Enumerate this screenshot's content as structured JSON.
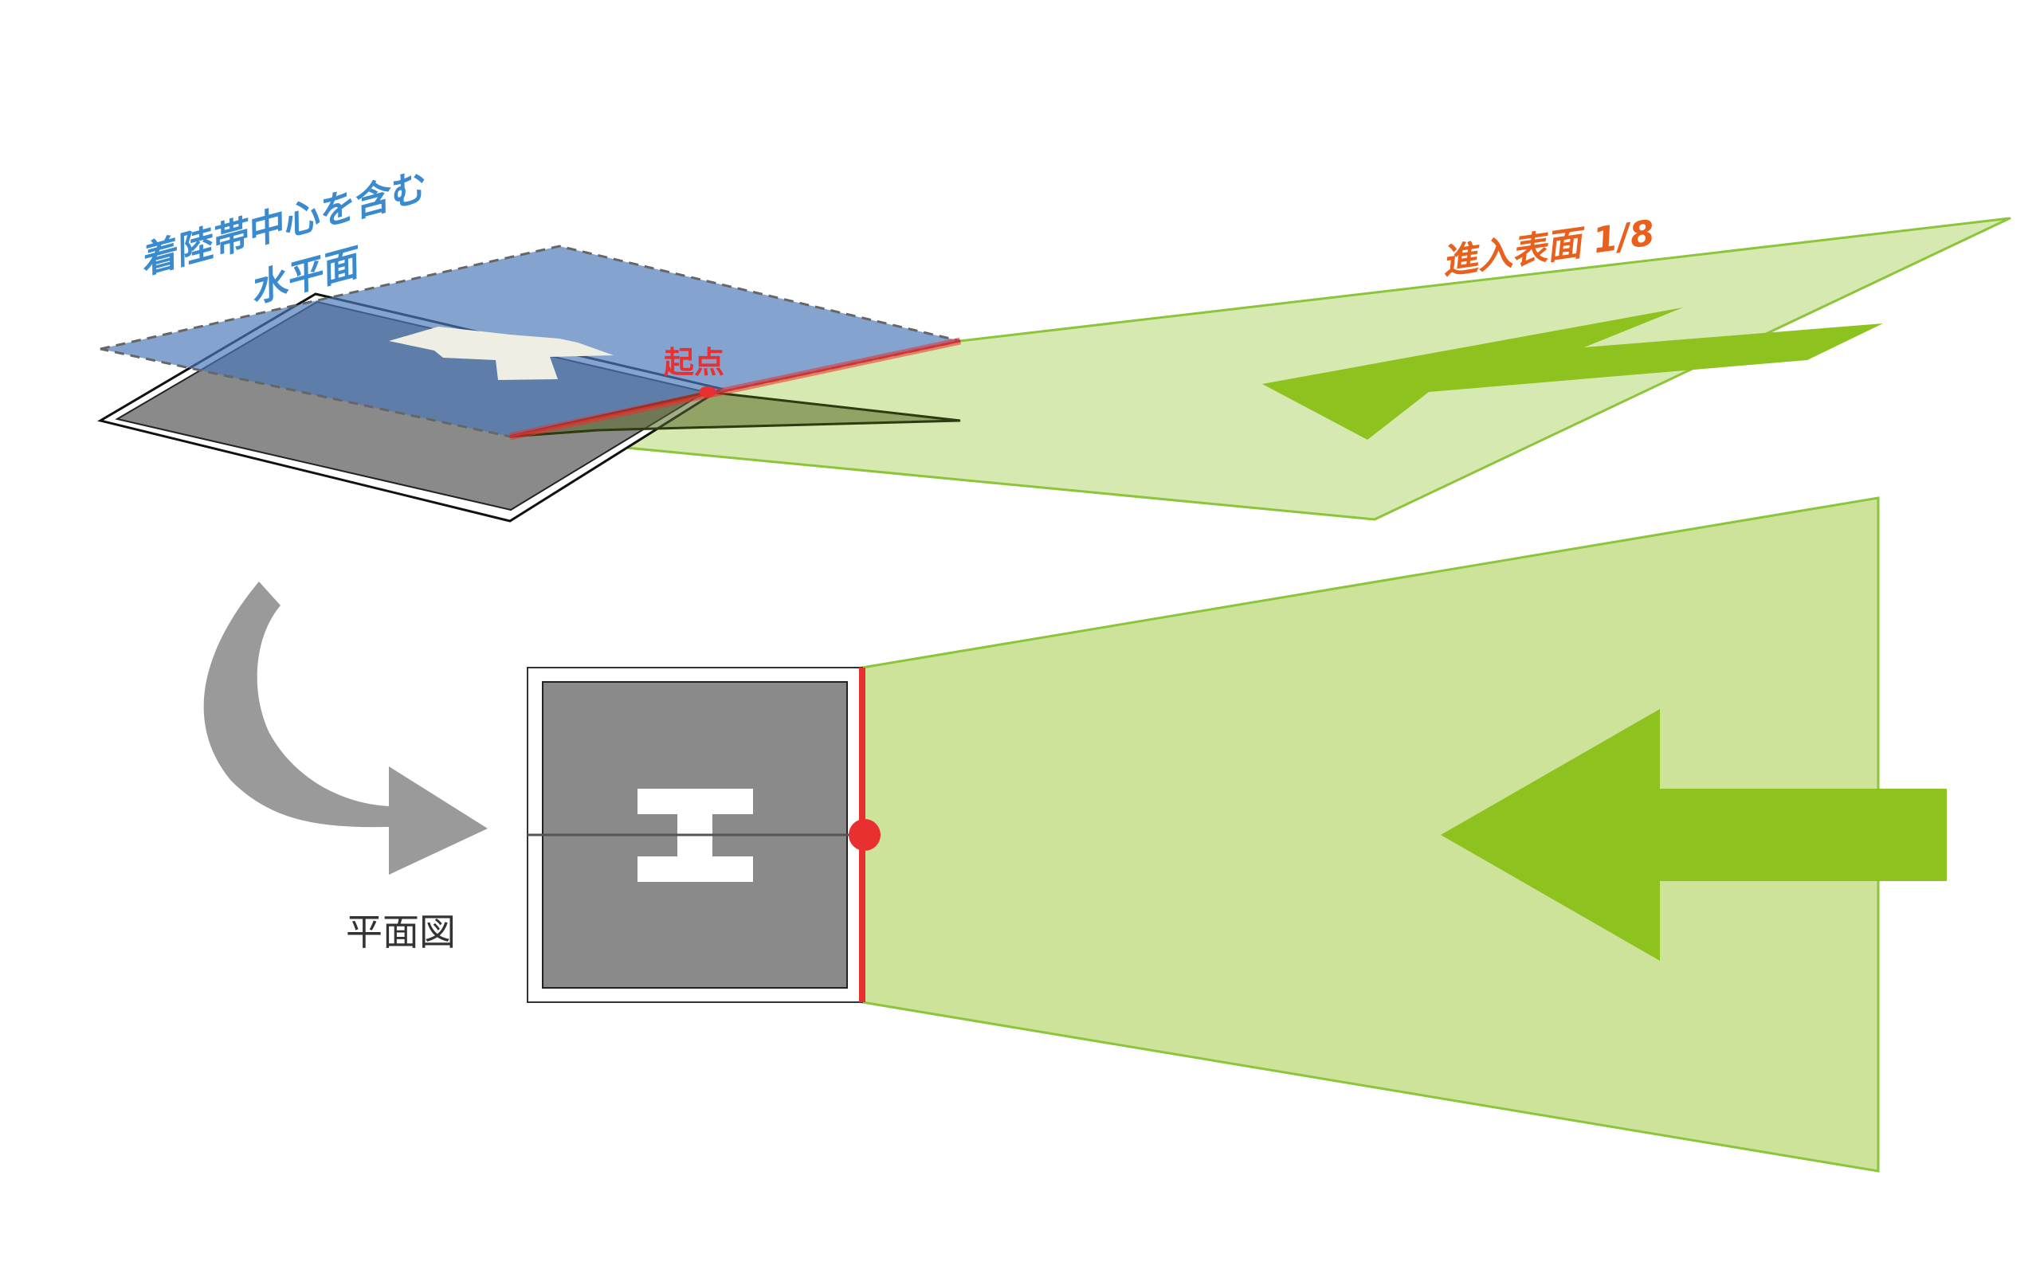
{
  "labels": {
    "horizontal_plane_line1": "着陸帯中心を含む",
    "horizontal_plane_line2": "水平面",
    "approach_surface": "進入表面 1/8",
    "origin_point": "起点",
    "plan_view": "平面図"
  },
  "helipad_marking": "H",
  "colors": {
    "horizontal_plane": "#4a78b8",
    "horizontal_plane_label": "#3a8ad0",
    "approach_surface_fill": "#cde39a",
    "approach_surface_edge": "#8cc43a",
    "approach_arrow": "#8dc21f",
    "approach_surface_label": "#e8601c",
    "origin_red": "#e83030",
    "pad_gray": "#8a8a8a",
    "curved_arrow_gray": "#9a9a9a",
    "text_dark": "#333333"
  }
}
